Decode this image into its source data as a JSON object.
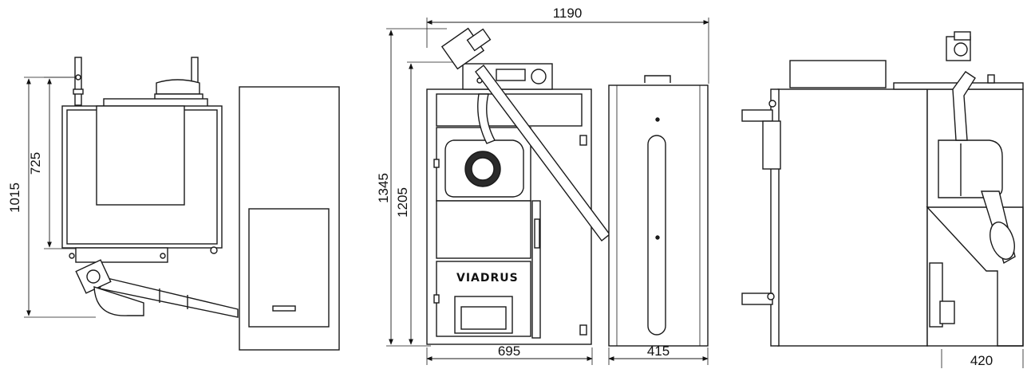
{
  "drawing": {
    "brand_label": "VIADRUS",
    "dimensions": {
      "top_view_total_height": "1015",
      "top_view_body_depth": "725",
      "overall_width": "1190",
      "overall_height": "1345",
      "boiler_height": "1205",
      "front_width": "695",
      "side_width": "415",
      "rear_offset": "420"
    }
  },
  "colors": {
    "line": "#1a1a1a",
    "fill": "#ffffff",
    "shade": "#2b2b2b"
  }
}
